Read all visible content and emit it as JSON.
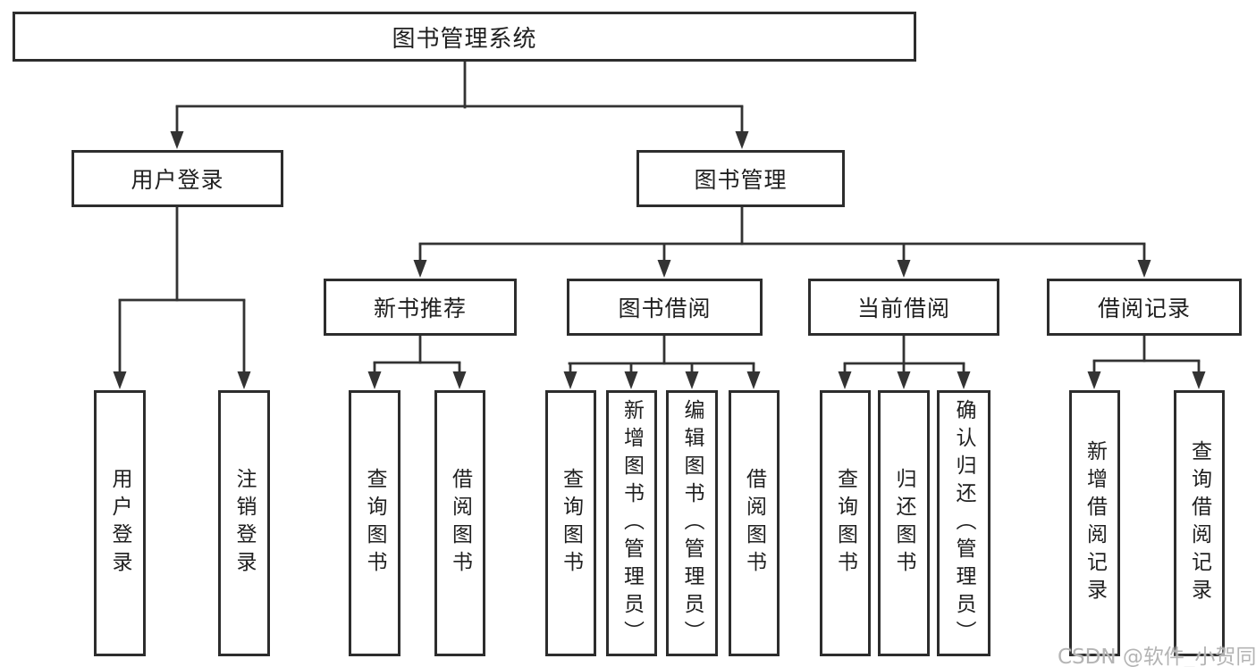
{
  "diagram": {
    "root": {
      "label": "图书管理系统"
    },
    "branches": [
      {
        "label": "用户登录",
        "children": [
          {
            "label": "用户登录"
          },
          {
            "label": "注销登录"
          }
        ]
      },
      {
        "label": "图书管理",
        "children": [
          {
            "label": "新书推荐",
            "children": [
              {
                "label": "查询图书"
              },
              {
                "label": "借阅图书"
              }
            ]
          },
          {
            "label": "图书借阅",
            "children": [
              {
                "label": "查询图书"
              },
              {
                "label": "新增图书（管理员）"
              },
              {
                "label": "编辑图书（管理员）"
              },
              {
                "label": "借阅图书"
              }
            ]
          },
          {
            "label": "当前借阅",
            "children": [
              {
                "label": "查询图书"
              },
              {
                "label": "归还图书"
              },
              {
                "label": "确认归还（管理员）"
              }
            ]
          },
          {
            "label": "借阅记录",
            "children": [
              {
                "label": "新增借阅记录"
              },
              {
                "label": "查询借阅记录"
              }
            ]
          }
        ]
      }
    ]
  },
  "watermark": {
    "text": "CSDN @软件_小贺同学"
  },
  "colors": {
    "line": "#333333",
    "border": "#2d2d2d",
    "text": "#1f1f1f",
    "watermark": "#b4b4b4",
    "background": "#ffffff"
  }
}
